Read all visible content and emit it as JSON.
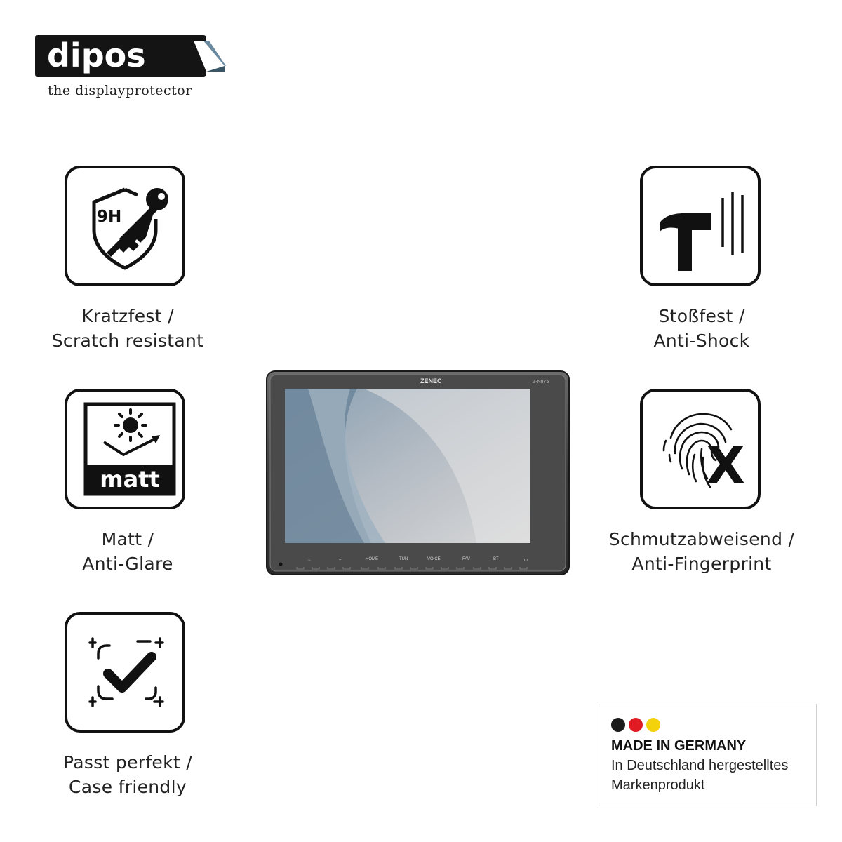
{
  "logo": {
    "wordmark": "dipos",
    "tagline": "the displayprotector"
  },
  "features": {
    "scratch": {
      "icon": "shield-9h-key-icon",
      "badge_text": "9H",
      "line1": "Kratzfest /",
      "line2": "Scratch resistant"
    },
    "shock": {
      "icon": "hammer-icon",
      "line1": "Stoßfest /",
      "line2": "Anti-Shock"
    },
    "matt": {
      "icon": "sun-matt-icon",
      "badge_text": "matt",
      "line1": "Matt /",
      "line2": "Anti-Glare"
    },
    "fingerprint": {
      "icon": "fingerprint-x-icon",
      "line1": "Schmutzabweisend /",
      "line2": "Anti-Fingerprint"
    },
    "fit": {
      "icon": "checkmark-frame-icon",
      "line1": "Passt perfekt /",
      "line2": "Case friendly"
    }
  },
  "device": {
    "brand": "ZENEC",
    "model": "Z-N875",
    "buttons": [
      "−",
      "+",
      "HOME",
      "TUN",
      "VOICE",
      "FAV",
      "BT",
      "⏻"
    ]
  },
  "germany_badge": {
    "title": "MADE IN GERMANY",
    "line1": "In Deutschland hergestelltes",
    "line2": "Markenprodukt",
    "colors": [
      "#1b1b1b",
      "#e01b22",
      "#f3d20c"
    ]
  }
}
